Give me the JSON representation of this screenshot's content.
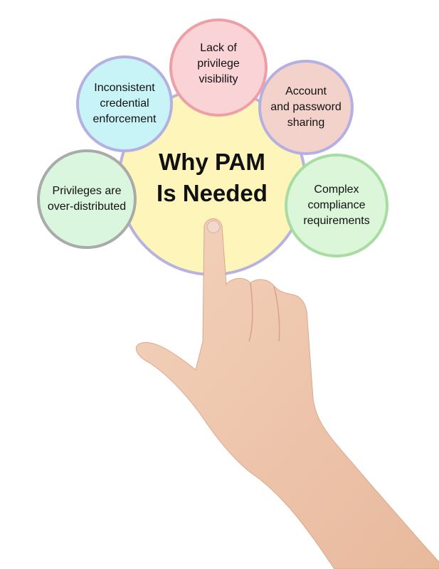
{
  "title": "Why PAM\nIs Needed",
  "reasons": [
    {
      "label": "Lack of\nprivilege\nvisibility",
      "fill": "#f9d3d5",
      "border": "#ed9fa6"
    },
    {
      "label": "Inconsistent\ncredential\nenforcement",
      "fill": "#c9f4f7",
      "border": "#b5b0e2"
    },
    {
      "label": "Account\nand password\nsharing",
      "fill": "#f3d2cc",
      "border": "#b5b0e2"
    },
    {
      "label": "Privileges are\nover-distributed",
      "fill": "#dbf6de",
      "border": "#a9aba9"
    },
    {
      "label": "Complex\ncompliance\nrequirements",
      "fill": "#dcf6da",
      "border": "#a9dca2"
    }
  ]
}
